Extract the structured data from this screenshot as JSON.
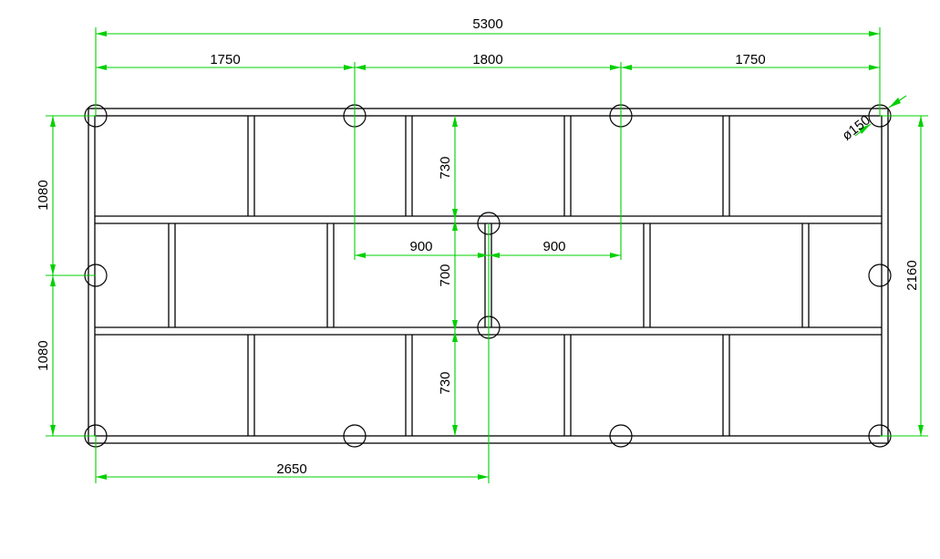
{
  "drawing": {
    "colors": {
      "line": "#000000",
      "dimension": "#00d000",
      "background": "#ffffff"
    },
    "dimensions": {
      "overall_length": "5300",
      "bay_left": "1750",
      "bay_middle": "1800",
      "bay_right": "1750",
      "overall_width": "2160",
      "half_width_top": "1080",
      "half_width_bottom": "1080",
      "center_half_left": "900",
      "center_half_right": "900",
      "top_row_height": "730",
      "middle_row_height": "700",
      "bottom_row_height": "730",
      "center_offset": "2650",
      "column_diameter": "ø150"
    }
  }
}
